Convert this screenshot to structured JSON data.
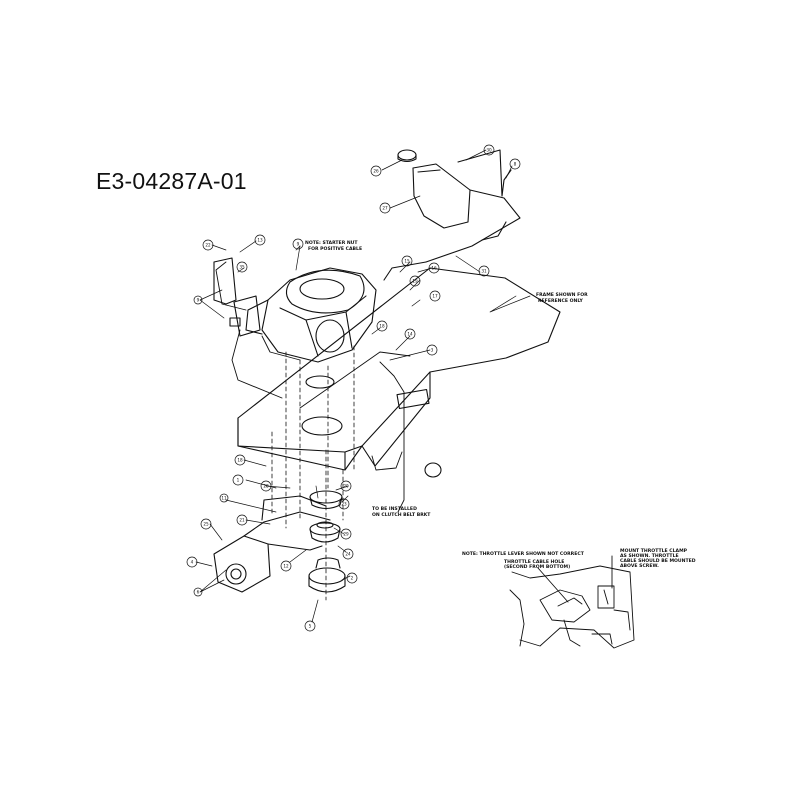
{
  "diagram_code": "E3-04287A-01",
  "notes": {
    "starter_nut": [
      "NOTE: STARTER NUT",
      "FOR POSITIVE CABLE"
    ],
    "frame_shown": [
      "FRAME SHOWN FOR",
      "REFERENCE ONLY"
    ],
    "clutch_belt": [
      "TO BE INSTALLED",
      "ON CLUTCH BELT BRKT"
    ],
    "throttle_lever": [
      "NOTE: THROTTLE LEVER SHOWN NOT CORRECT"
    ],
    "throttle_hole": [
      "THROTTLE CABLE HOLE",
      "(SECOND FROM BOTTOM)"
    ],
    "throttle_clamp": [
      "MOUNT THROTTLE CLAMP",
      "AS SHOWN. THROTTLE",
      "CABLE SHOULD BE MOUNTED",
      "ABOVE SCREW."
    ]
  },
  "callouts": {
    "c1": "26",
    "c2": "27",
    "c3": "8",
    "c4": "30",
    "c5": "31",
    "c6": "15",
    "c7": "16",
    "c8": "19",
    "c9": "17",
    "c10": "22",
    "c11": "13",
    "c12": "35",
    "c13": "9",
    "c14": "9",
    "c15": "14",
    "c16": "3",
    "c17": "18",
    "c18": "18",
    "c19": "1",
    "c20": "28",
    "c21": "20",
    "c22": "23",
    "c23": "11",
    "c24": "21",
    "c25": "25",
    "c26": "4",
    "c27": "6",
    "c28": "12",
    "c29": "24",
    "c30": "29",
    "c31": "2",
    "c32": "5"
  }
}
